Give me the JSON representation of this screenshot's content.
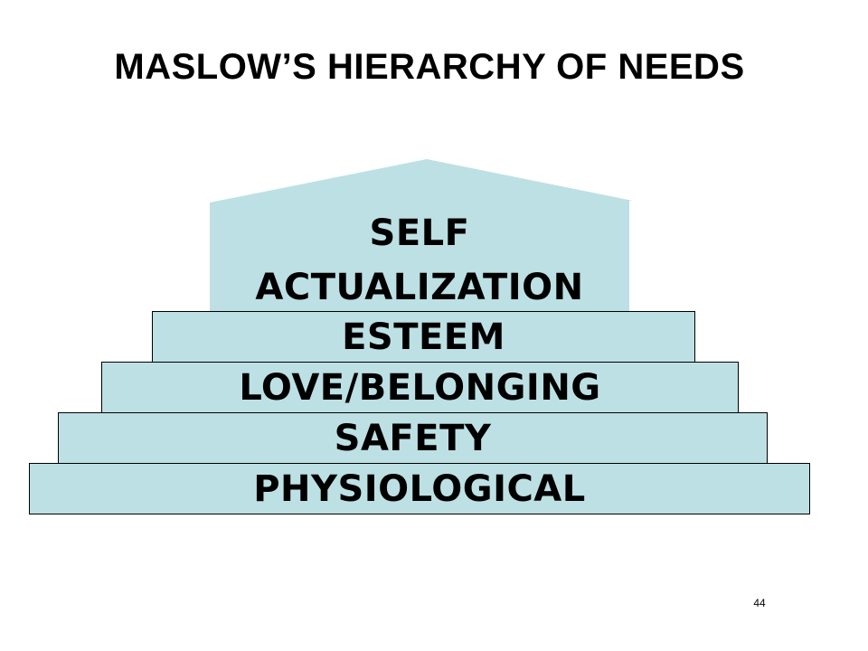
{
  "title": "MASLOW’S HIERARCHY OF NEEDS",
  "colors": {
    "tier_fill": "#bde0e4",
    "outline": "#000000",
    "text": "#000000"
  },
  "pyramid": {
    "apex": {
      "line1": "SELF",
      "line2": "ACTUALIZATION"
    },
    "tiers": [
      {
        "label": "ESTEEM"
      },
      {
        "label": "LOVE/BELONGING"
      },
      {
        "label": "SAFETY"
      },
      {
        "label": "PHYSIOLOGICAL"
      }
    ]
  },
  "page_number": "44"
}
